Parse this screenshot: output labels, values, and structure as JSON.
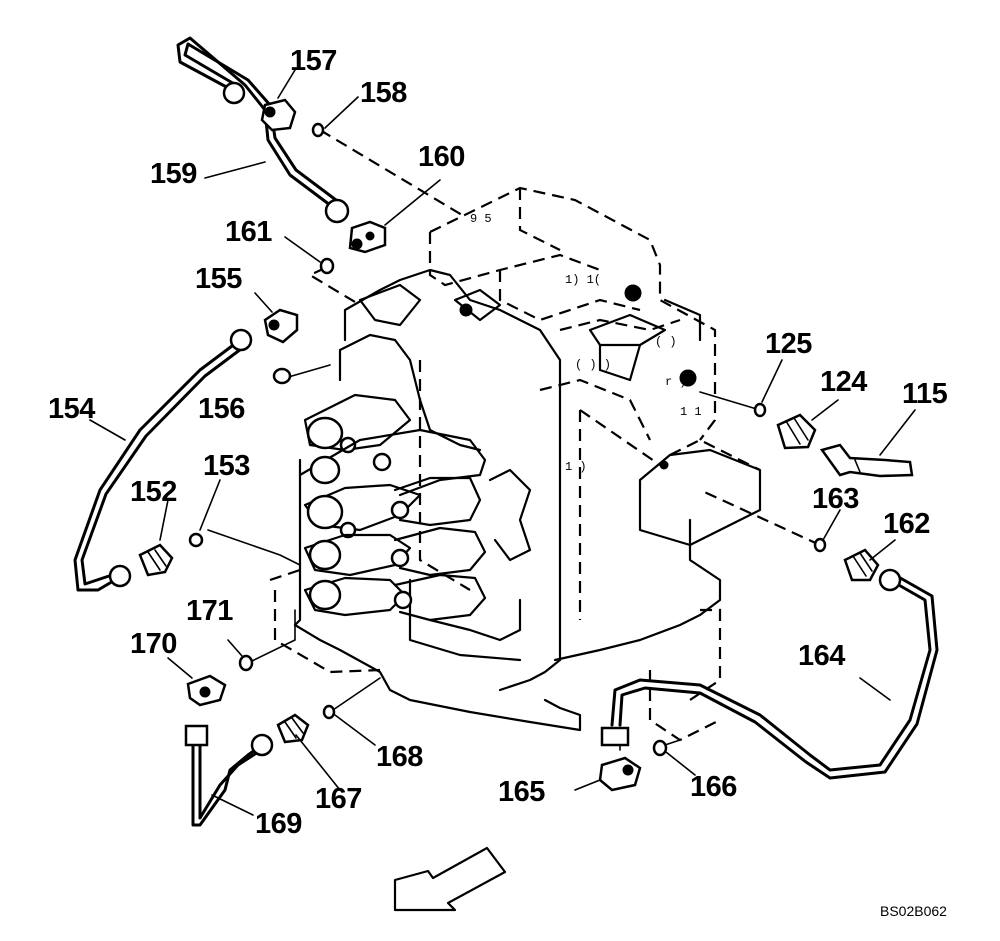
{
  "labels": {
    "p157": "157",
    "p158": "158",
    "p159": "159",
    "p160": "160",
    "p161": "161",
    "p155": "155",
    "p156": "156",
    "p154": "154",
    "p153": "153",
    "p152": "152",
    "p171": "171",
    "p170": "170",
    "p169": "169",
    "p167": "167",
    "p168": "168",
    "p165": "165",
    "p166": "166",
    "p164": "164",
    "p162": "162",
    "p163": "163",
    "p125": "125",
    "p124": "124",
    "p115": "115"
  },
  "drawing_code": "BS02B062",
  "colors": {
    "ink": "#000000",
    "paper": "#ffffff"
  },
  "icons": {
    "direction": "front-arrow-icon"
  }
}
